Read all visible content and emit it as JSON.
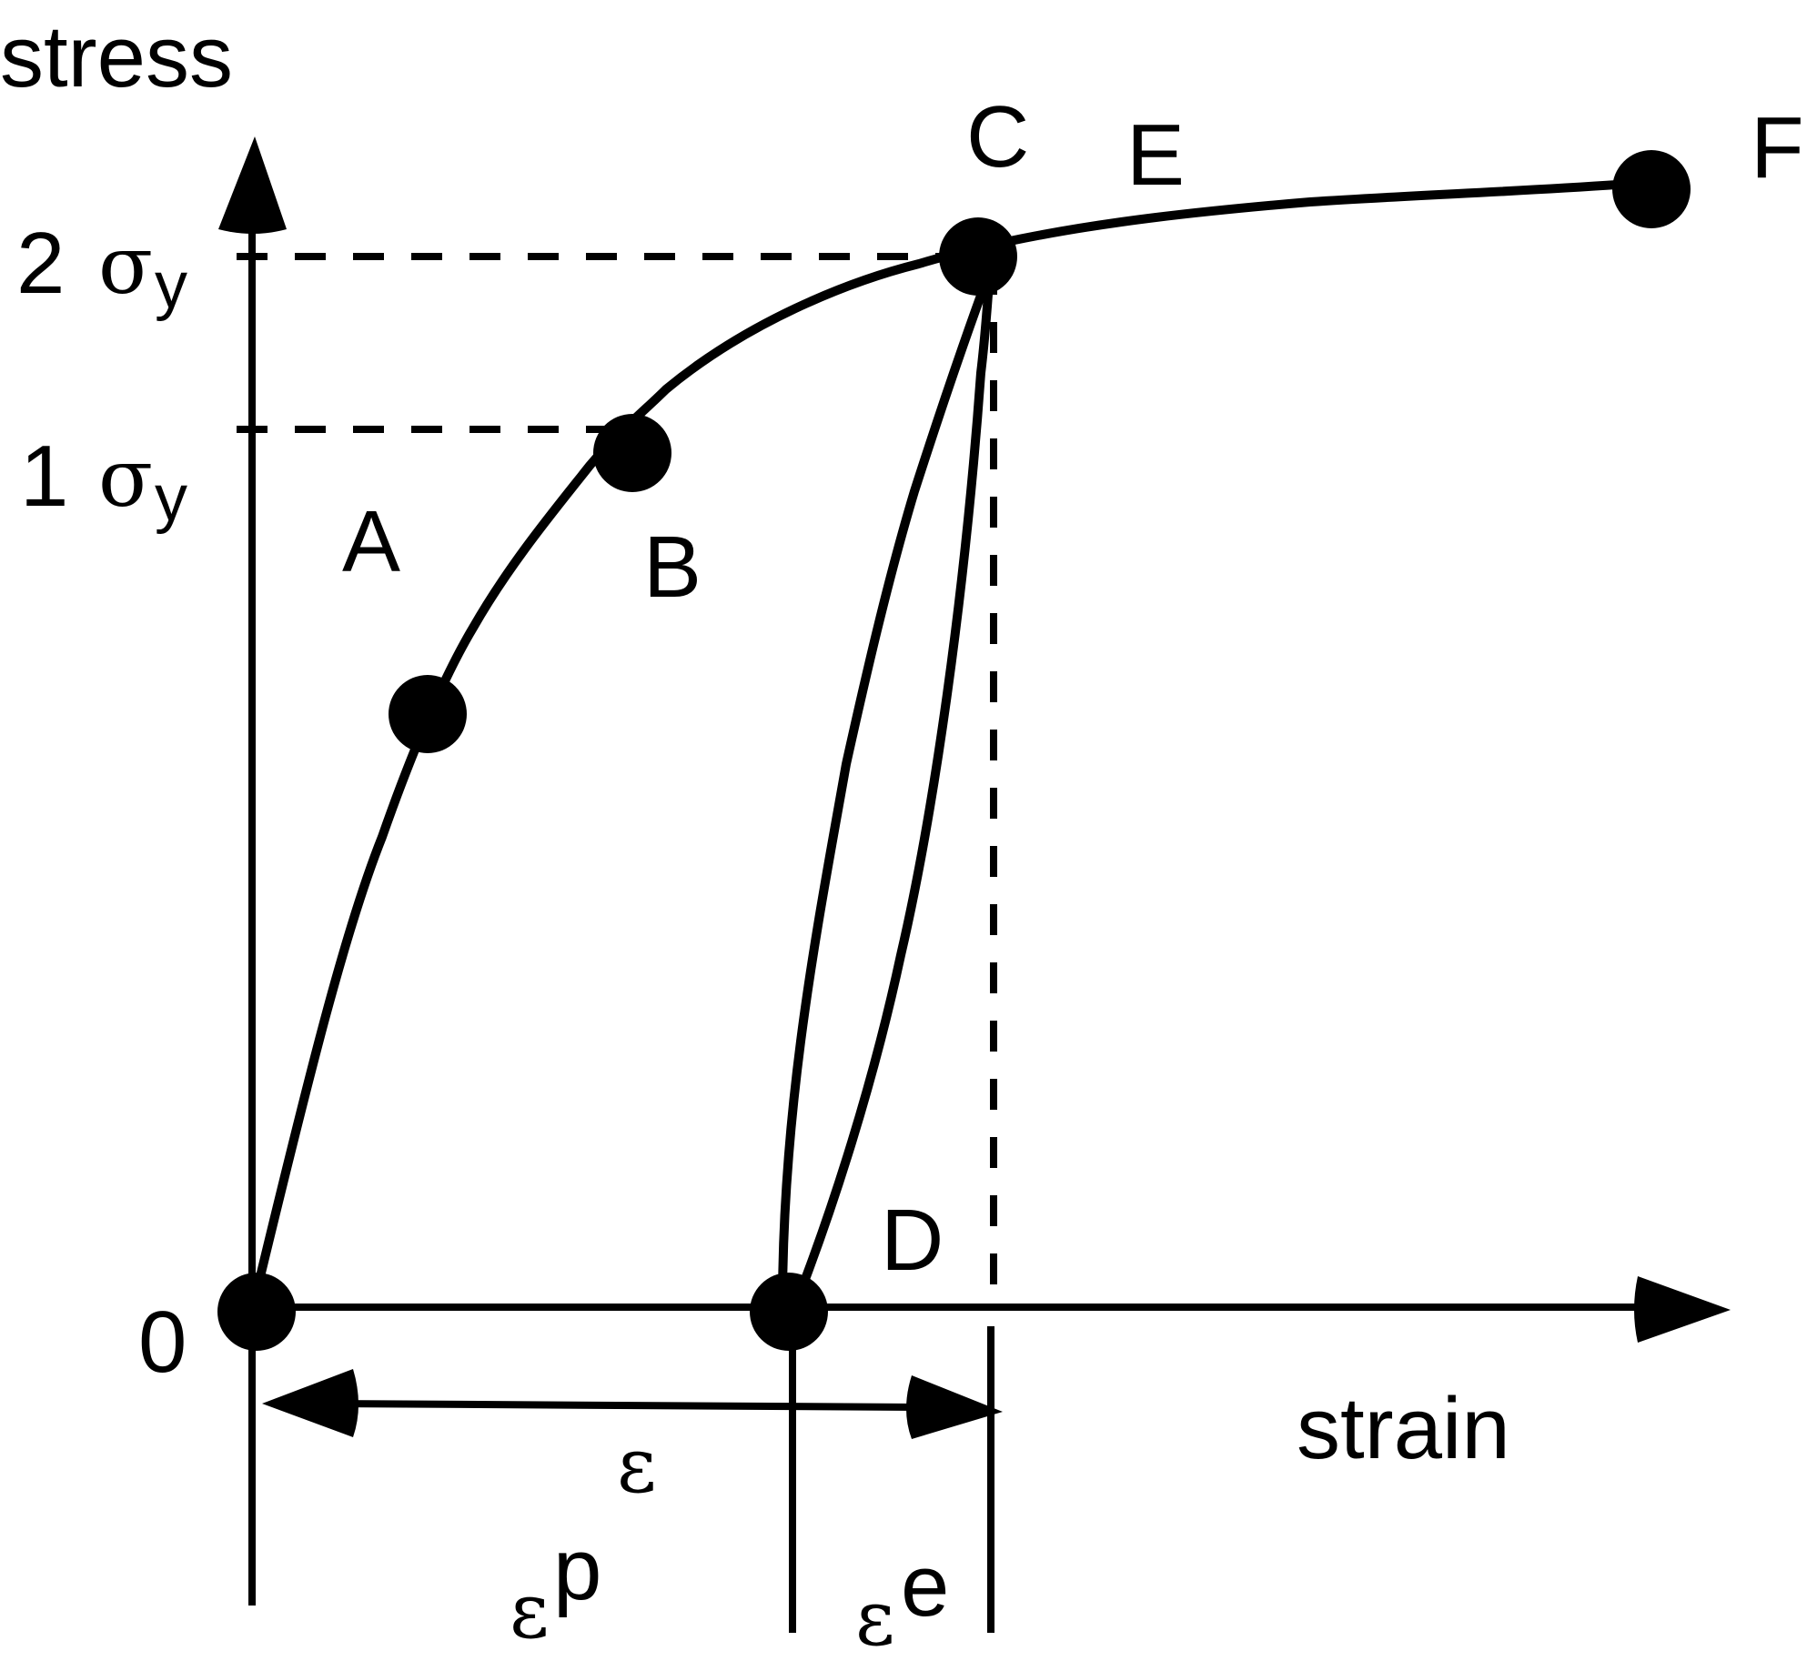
{
  "axes": {
    "y_label": "stress",
    "x_label": "strain",
    "origin_label": "0",
    "ticks": [
      {
        "coef": "2",
        "symbol": "σ",
        "sub": "y"
      },
      {
        "coef": "1",
        "symbol": "σ",
        "sub": "y"
      }
    ]
  },
  "points": {
    "A": "A",
    "B": "B",
    "C": "C",
    "D": "D",
    "E": "E",
    "F": "F"
  },
  "strain_parts": {
    "total": "ε",
    "plastic_base": "ε",
    "plastic_sup": "p",
    "elastic_base": "ε",
    "elastic_sup": "e"
  },
  "colors": {
    "ink": "#000000",
    "background": "#ffffff"
  }
}
